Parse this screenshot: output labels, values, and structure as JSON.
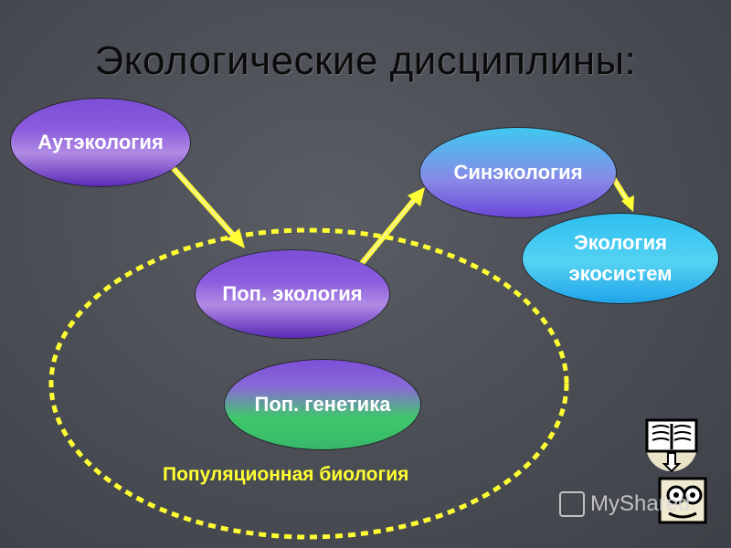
{
  "title": "Экологические дисциплины:",
  "nodes": {
    "autecology": "Аутэкология",
    "synecology": "Синэкология",
    "ecosystems_line1": "Экология",
    "ecosystems_line2": "экосистем",
    "pop_ecology": "Поп. экология",
    "pop_genetics": "Поп. генетика"
  },
  "caption": "Популяционная биология",
  "watermark": "MyShared",
  "colors": {
    "title": "#0b0b0b",
    "dashed_ring": "#ffff33",
    "arrows": "#ffff33",
    "node_text": "#ffffff",
    "caption": "#ffff33"
  },
  "icons": [
    "book-icon",
    "presenter-icon",
    "myshared-logo-icon"
  ]
}
